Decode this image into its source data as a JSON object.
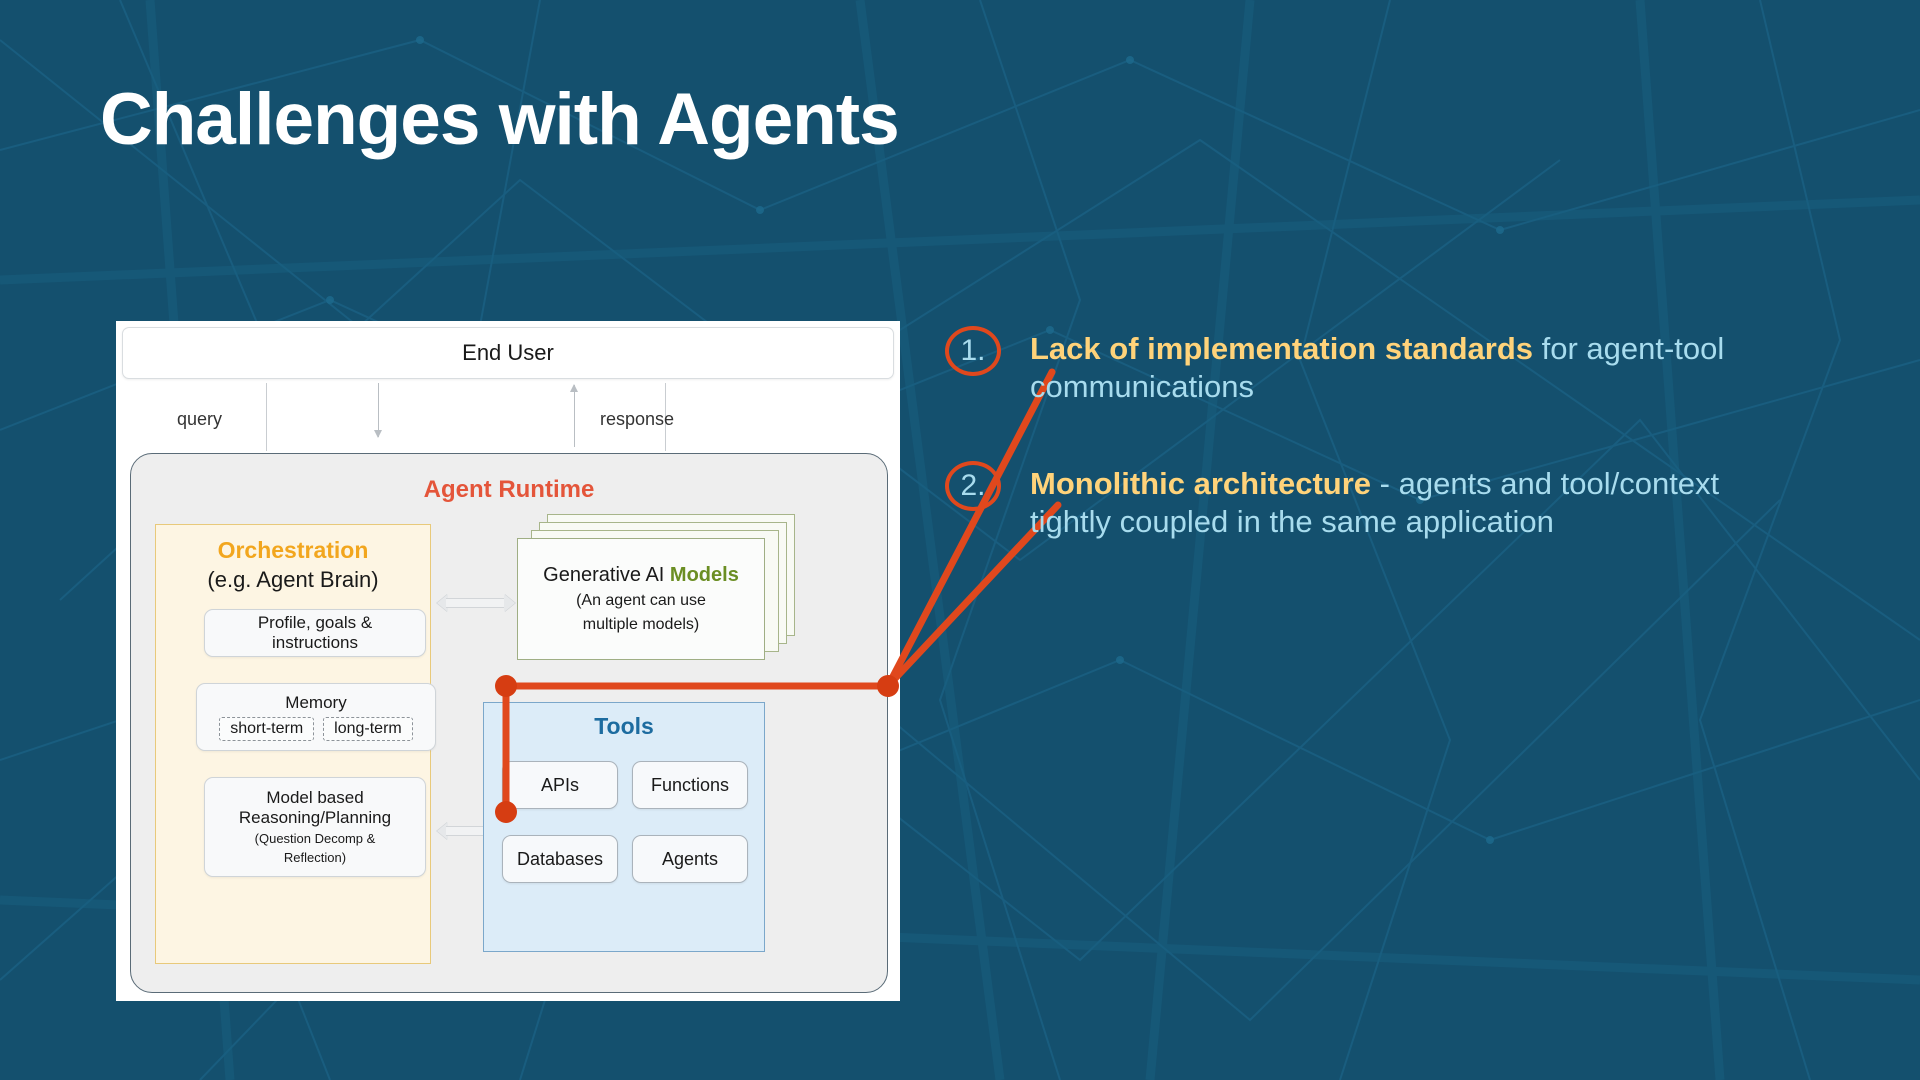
{
  "slide": {
    "title": "Challenges with Agents",
    "background_color": "#14506e"
  },
  "diagram": {
    "end_user": "End User",
    "query_label": "query",
    "response_label": "response",
    "runtime_title": "Agent Runtime",
    "orchestration": {
      "title": "Orchestration",
      "subtitle": "(e.g. Agent Brain)",
      "profile_line1": "Profile, goals &",
      "profile_line2": "instructions",
      "memory_title": "Memory",
      "memory_short": "short-term",
      "memory_long": "long-term",
      "reasoning_line1": "Model based",
      "reasoning_line2": "Reasoning/Planning",
      "reasoning_line3a": "(Question Decomp &",
      "reasoning_line3b": "Reflection)"
    },
    "models": {
      "line1_prefix": "Generative AI ",
      "line1_highlight": "Models",
      "line2a": "(An agent can use",
      "line2b": "multiple models)"
    },
    "tools": {
      "title": "Tools",
      "items": [
        "APIs",
        "Functions",
        "Databases",
        "Agents"
      ]
    }
  },
  "bullets": [
    {
      "number": "1.",
      "strong": "Lack of implementation standards",
      "rest": " for agent-tool communications"
    },
    {
      "number": "2.",
      "strong": "Monolithic architecture",
      "rest": " - agents and tool/context tightly coupled in the same application"
    }
  ],
  "colors": {
    "background": "#14506e",
    "accent_red": "#e0481d",
    "highlight_yellow": "#ffd37a",
    "body_blue": "#a8dcee",
    "runtime_red": "#e4553a",
    "orchestration_orange": "#f2a61e",
    "models_green": "#6b8e23",
    "tools_blue": "#1d6ca0"
  }
}
